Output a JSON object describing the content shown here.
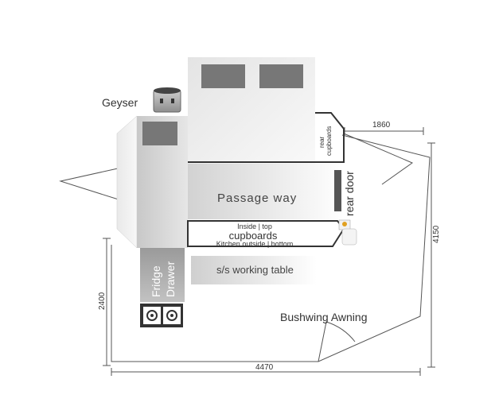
{
  "labels": {
    "geyser": "Geyser",
    "rear_cupboards_line1": "rear",
    "rear_cupboards_line2": "cupboards",
    "passage_way": "Passage way",
    "rear_door": "rear door",
    "cupboards_top": "Inside | top",
    "cupboards_main": "cupboards",
    "cupboards_bottom": "Kitchen outside | bottom",
    "working_table": "s/s working table",
    "fridge_line1": "Fridge",
    "fridge_line2": "Drawer",
    "awning": "Bushwing Awning"
  },
  "dimensions": {
    "width_rear": "1860",
    "length_side": "4150",
    "height_left": "2400",
    "width_total": "4470"
  },
  "colors": {
    "line": "#555555",
    "dark": "#333333",
    "window": "#777777"
  }
}
